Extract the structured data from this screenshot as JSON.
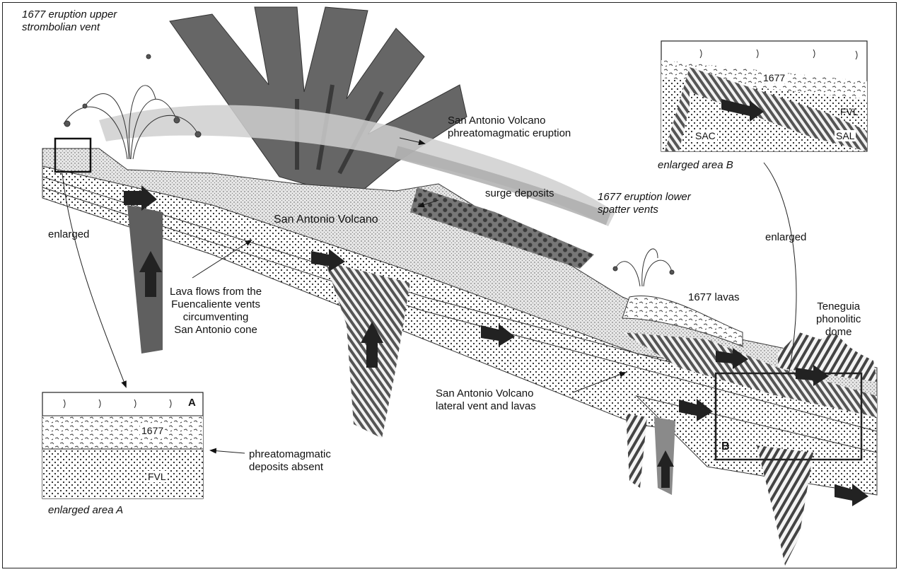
{
  "labels": {
    "upper_vent": [
      "1677 eruption upper",
      "strombolian vent"
    ],
    "sav_phreato": [
      "San Antonio Volcano",
      "phreatomagmatic eruption"
    ],
    "surge": "surge deposits",
    "sav": "San Antonio Volcano",
    "lower_vents": [
      "1677 eruption lower",
      "spatter vents"
    ],
    "enlarged_left": "enlarged",
    "enlarged_right": "enlarged",
    "lava_flows": [
      "Lava flows from the",
      "Fuencaliente vents",
      "circumventing",
      "San Antonio cone"
    ],
    "lavas_1677": "1677 lavas",
    "teneguia": [
      "Teneguia",
      "phonolitic",
      "dome"
    ],
    "lateral": [
      "San Antonio Volcano",
      "lateral vent and lavas"
    ],
    "phreato_absent": [
      "phreatomagmatic",
      "deposits absent"
    ],
    "area_a_caption": "enlarged area A",
    "area_b_caption": "enlarged area B"
  },
  "inset_a": {
    "letter": "A",
    "year": "1677",
    "unit": "FVL"
  },
  "inset_b": {
    "year": "1677",
    "fvl": "FVL",
    "sac": "SAC",
    "sal": "SAL"
  },
  "main_box_letter": "B"
}
